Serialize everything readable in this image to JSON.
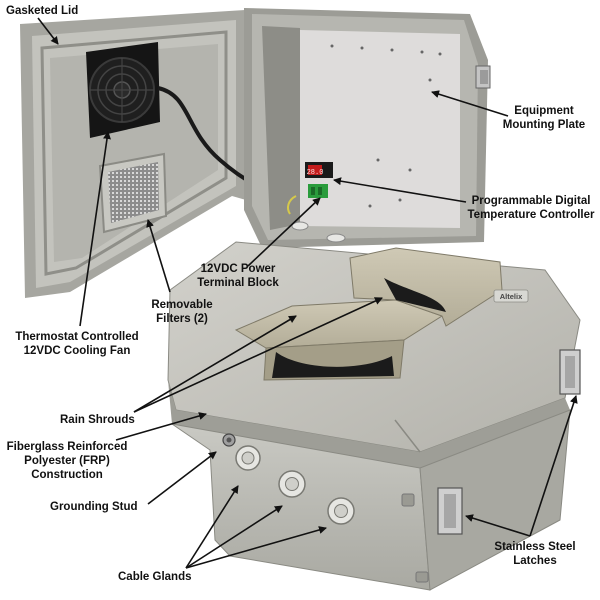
{
  "labels": {
    "gasketed_lid": "Gasketed Lid",
    "equipment_mounting_plate": "Equipment\nMounting Plate",
    "programmable_controller": "Programmable Digital\nTemperature Controller",
    "power_terminal_block": "12VDC Power\nTerminal Block",
    "removable_filters": "Removable\nFilters (2)",
    "cooling_fan": "Thermostat Controlled\n12VDC Cooling Fan",
    "rain_shrouds": "Rain Shrouds",
    "frp_construction": "Fiberglass Reinforced\nPolyester (FRP)\nConstruction",
    "grounding_stud": "Grounding Stud",
    "cable_glands": "Cable Glands",
    "stainless_latches": "Stainless Steel\nLatches"
  },
  "product": {
    "brand_badge": "Altelix",
    "controller_display": "28.0"
  },
  "colors": {
    "enclosure_body": "#b9b9b2",
    "enclosure_shadow": "#9a9a93",
    "mounting_plate": "#dedcdb",
    "fan_frame": "#151515",
    "label_text": "#111111"
  }
}
